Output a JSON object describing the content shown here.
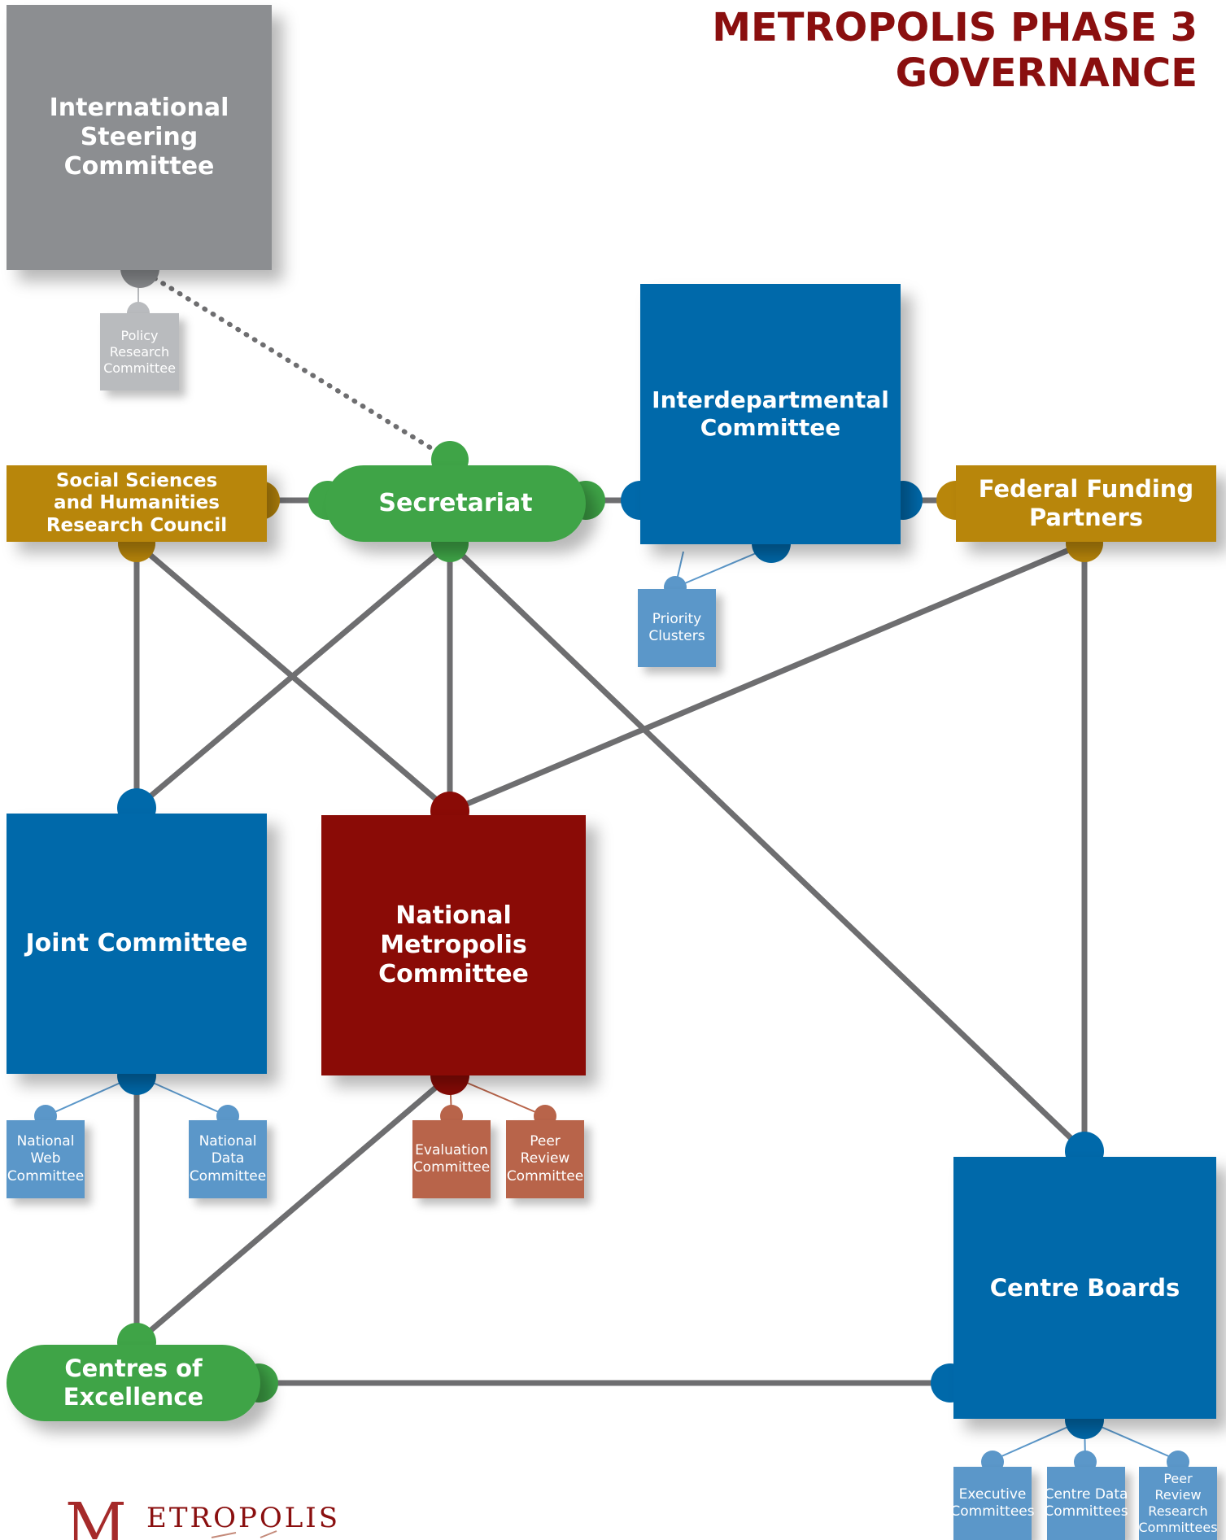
{
  "title": {
    "line1": "METROPOLIS PHASE 3",
    "line2": "GOVERNANCE"
  },
  "colors": {
    "gray": "#8c8e91",
    "light_gray": "#b9bbbe",
    "blue": "#0069aa",
    "light_blue": "#5b97c9",
    "gold": "#b8860b",
    "green": "#3fa447",
    "red": "#8a0b06",
    "salmon": "#b8644a",
    "connector": "#6e6e70",
    "title_red": "#8a0f0f"
  },
  "nodes": {
    "international_steering": "International\nSteering\nCommittee",
    "policy_research": "Policy\nResearch\nCommittee",
    "interdepartmental": "Interdepartmental\nCommittee",
    "sshrc": "Social Sciences\nand Humanities\nResearch Council",
    "secretariat": "Secretariat",
    "federal_funding": "Federal Funding\nPartners",
    "priority_clusters": "Priority\nClusters",
    "joint_committee": "Joint Committee",
    "national_metropolis": "National\nMetropolis\nCommittee",
    "national_web": "National\nWeb\nCommittee",
    "national_data": "National\nData\nCommittee",
    "evaluation": "Evaluation\nCommittee",
    "peer_review": "Peer Review\nCommittee",
    "centre_boards": "Centre Boards",
    "centres_excellence": "Centres of\nExcellence",
    "executive_committees": "Executive\nCommittees",
    "centre_data_committees": "Centre Data\nCommittees",
    "peer_review_research": "Peer Review\nResearch\nCommittees"
  },
  "logo": {
    "text": "ETROPOLIS",
    "initial": "M"
  }
}
